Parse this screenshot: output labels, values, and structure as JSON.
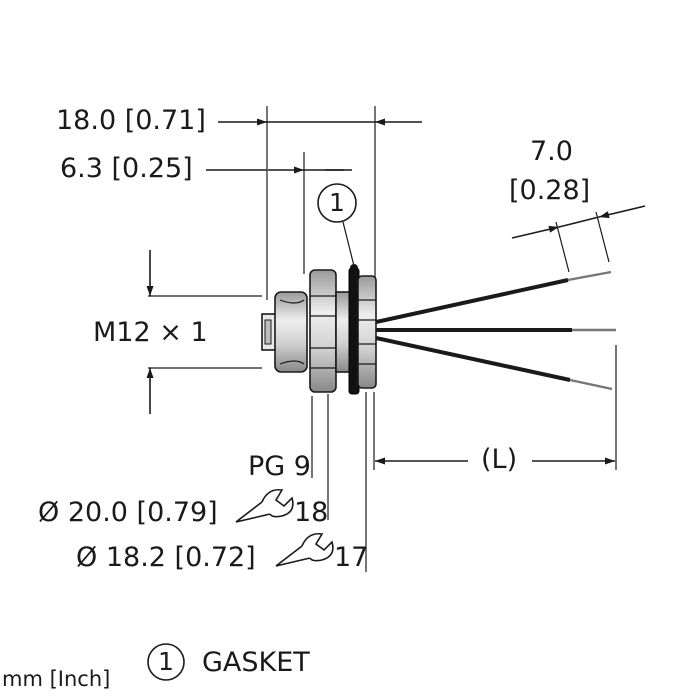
{
  "dimensions": {
    "overall_length": "18.0 [0.71]",
    "thread_length": "6.3 [0.25]",
    "wire_strip_line1": "7.0",
    "wire_strip_line2": "[0.28]",
    "thread_size": "M12 × 1",
    "pg_thread": "PG 9",
    "nut_diameter_1": "Ø 20.0 [0.79]",
    "wrench_size_1": "18",
    "nut_diameter_2": "Ø 18.2 [0.72]",
    "wrench_size_2": "17",
    "cable_length": "(L)"
  },
  "callout": {
    "number": "1",
    "legend_label": "GASKET"
  },
  "units_note": "mm [Inch]",
  "colors": {
    "line": "#1a1a1a",
    "body_gray": "#c8c8c8",
    "gasket": "#111111"
  }
}
